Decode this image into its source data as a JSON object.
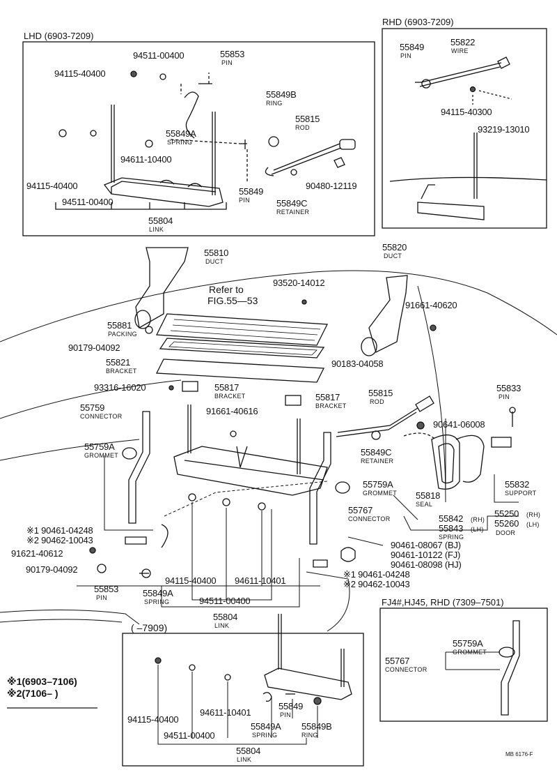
{
  "headings": {
    "lhd": "LHD (6903-7209)",
    "rhd": "RHD (6903-7209)",
    "fj": "FJ4#,HJ45, RHD (7309–7501)",
    "range_7909": "(      –7909)",
    "note1": "※1(6903–7106)",
    "note2": "※2(7106–      )",
    "refer": "Refer to",
    "fig": "FIG.55—53"
  },
  "lhd": {
    "p94511_top": "94511-00400",
    "p55853": "55853",
    "p55853_l": "PIN",
    "p94115": "94115-40400",
    "p55849B": "55849B",
    "p55849B_l": "RING",
    "p55815": "55815",
    "p55815_l": "ROD",
    "p55849A": "55849A",
    "p55849A_l": "SPRING",
    "p94611": "94611-10400",
    "p94115_b": "94115-40400",
    "p94511_b": "94511-00400",
    "p55849": "55849",
    "p55849_l": "PIN",
    "p55849C": "55849C",
    "p55849C_l": "RETAINER",
    "p90480": "90480-12119",
    "p55804": "55804",
    "p55804_l": "LINK"
  },
  "rhd": {
    "p55849": "55849",
    "p55849_l": "PIN",
    "p55822": "55822",
    "p55822_l": "WIRE",
    "p94115": "94115-40300",
    "p93219": "93219-13010"
  },
  "main": {
    "p55810": "55810",
    "p55810_l": "DUCT",
    "p55820": "55820",
    "p55820_l": "DUCT",
    "p93520": "93520-14012",
    "p91661a": "91661-40620",
    "p55881": "55881",
    "p55881_l": "PACKING",
    "p90179a": "90179-04092",
    "p55821": "55821",
    "p55821_l": "BRACKET",
    "p90183": "90183-04058",
    "p93316": "93316-16020",
    "p55817a": "55817",
    "p55817a_l": "BRACKET",
    "p55817b": "55817",
    "p55817b_l": "BRACKET",
    "p55815": "55815",
    "p55815_l": "ROD",
    "p55833": "55833",
    "p55833_l": "PIN",
    "p55759": "55759",
    "p55759_l": "CONNECTOR",
    "p91661b": "91661-40616",
    "p90641": "90641-06008",
    "p55759A": "55759A",
    "p55759A_l": "GROMMET",
    "p55849C": "55849C",
    "p55849C_l": "RETAINER",
    "p55759A_b": "55759A",
    "p55759A_b_l": "GROMMET",
    "p55818": "55818",
    "p55818_l": "SEAL",
    "p55832": "55832",
    "p55832_l": "SUPPORT",
    "p55767": "55767",
    "p55767_l": "CONNECTOR",
    "p55842": "55842",
    "p55842_s": "(RH)",
    "p55843": "55843",
    "p55843_s": "(LH)",
    "p55843_l": "SPRING",
    "p55250": "55250",
    "p55250_s": "(RH)",
    "p55260": "55260",
    "p55260_s": "(LH)",
    "p55260_l": "DOOR",
    "n90461": "※1 90461-04248",
    "n90462": "※2 90462-10043",
    "p91621": "91621-40612",
    "p90179b": "90179-04092",
    "p90461_bj": "90461-08067 (BJ)",
    "p90461_fj": "90461-10122 (FJ)",
    "p90461_hj": "90461-08098 (HJ)",
    "n90461b": "※1 90461-04248",
    "n90462b": "※2 90462-10043",
    "p94115": "94115-40400",
    "p94611": "94611-10401",
    "p55853": "55853",
    "p55853_l": "PIN",
    "p55849A": "55849A",
    "p55849A_l": "SPRING",
    "p94511": "94511-00400",
    "p55804": "55804",
    "p55804_l": "LINK"
  },
  "fj": {
    "p55759A": "55759A",
    "p55759A_l": "GROMMET",
    "p55767": "55767",
    "p55767_l": "CONNECTOR"
  },
  "bottom": {
    "p94115": "94115-40400",
    "p94611": "94611-10401",
    "p94511": "94511-00400",
    "p55849": "55849",
    "p55849_l": "PIN",
    "p55849A": "55849A",
    "p55849A_l": "SPRING",
    "p55849B": "55849B",
    "p55849B_l": "RING",
    "p55804": "55804",
    "p55804_l": "LINK"
  },
  "code": "MB 6176-F"
}
